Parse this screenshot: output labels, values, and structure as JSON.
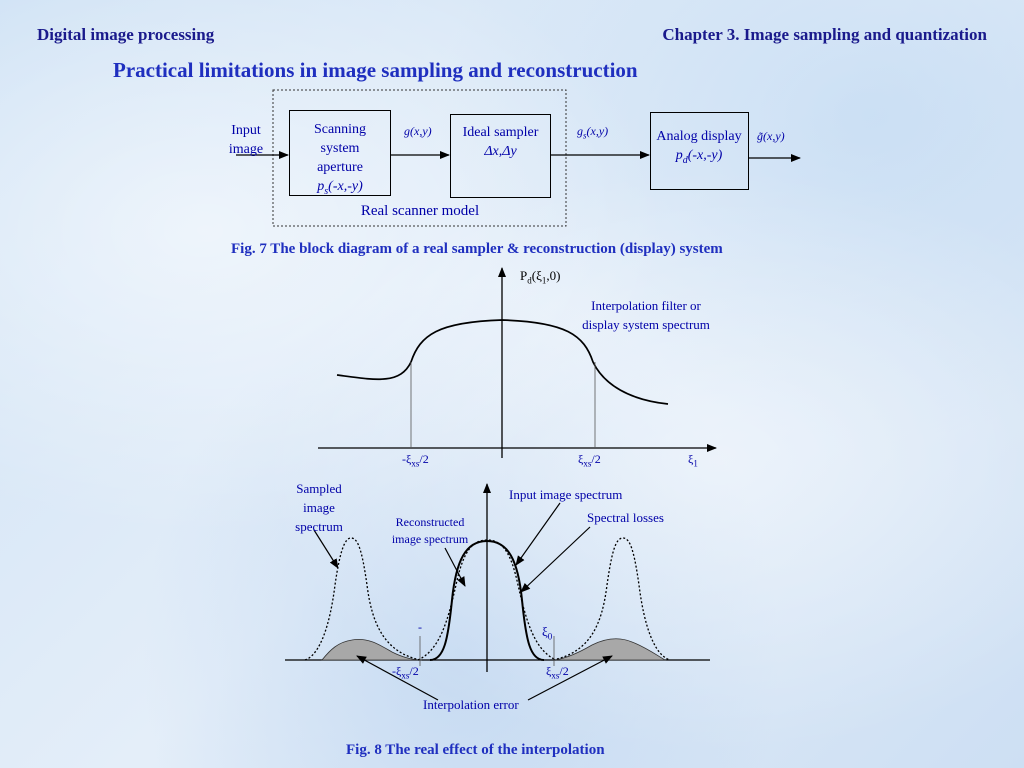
{
  "header": {
    "left": "Digital image processing",
    "right": "Chapter 3.  Image sampling and quantization"
  },
  "title": "Practical limitations in image sampling and reconstruction",
  "fig7": {
    "input_label_1": "Input",
    "input_label_2": "image",
    "scanning_1": "Scanning",
    "scanning_2": "system",
    "scanning_3": "aperture",
    "scanning_4": "p",
    "scanning_4_sub": "s",
    "scanning_4_tail": "(-x,-y)",
    "g_xy": "g(x,y)",
    "sampler_1": "Ideal sampler",
    "sampler_2": "Δx,Δy",
    "gs_main": "g",
    "gs_sub": "s",
    "gs_tail": "(x,y)",
    "display_1": "Analog display",
    "display_2": "p",
    "display_2_sub": "d",
    "display_2_tail": "(-x,-y)",
    "output_label": "g̃(x,y)",
    "scanner_model": "Real scanner model",
    "caption": "Fig. 7  The block diagram of a real sampler & reconstruction (display) system"
  },
  "plot1": {
    "y_label": "P",
    "y_label_sub": "d",
    "y_label_tail": "(ξ",
    "y_label_sub2": "1",
    "y_label_tail2": ",0)",
    "annotation_1": "Interpolation filter or",
    "annotation_2": "display system spectrum",
    "tick_left": "-ξ",
    "tick_left_sub": "xs",
    "tick_left_tail": "/2",
    "tick_right": "ξ",
    "tick_right_sub": "xs",
    "tick_right_tail": "/2",
    "axis_x": "ξ",
    "axis_x_sub": "1"
  },
  "plot2": {
    "sampled_1": "Sampled",
    "sampled_2": "image",
    "sampled_3": "spectrum",
    "input_spectrum": "Input image spectrum",
    "spectral_losses": "Spectral losses",
    "recon_1": "Reconstructed",
    "recon_2": "image spectrum",
    "minus": "-",
    "xi0": "ξ",
    "xi0_sub": "0",
    "tick_left": "-ξ",
    "tick_left_sub": "xs",
    "tick_left_tail": "/2",
    "tick_right": "ξ",
    "tick_right_sub": "xs",
    "tick_right_tail": "/2",
    "interp_error": "Interpolation error",
    "caption": "Fig. 8  The real effect of the interpolation"
  }
}
